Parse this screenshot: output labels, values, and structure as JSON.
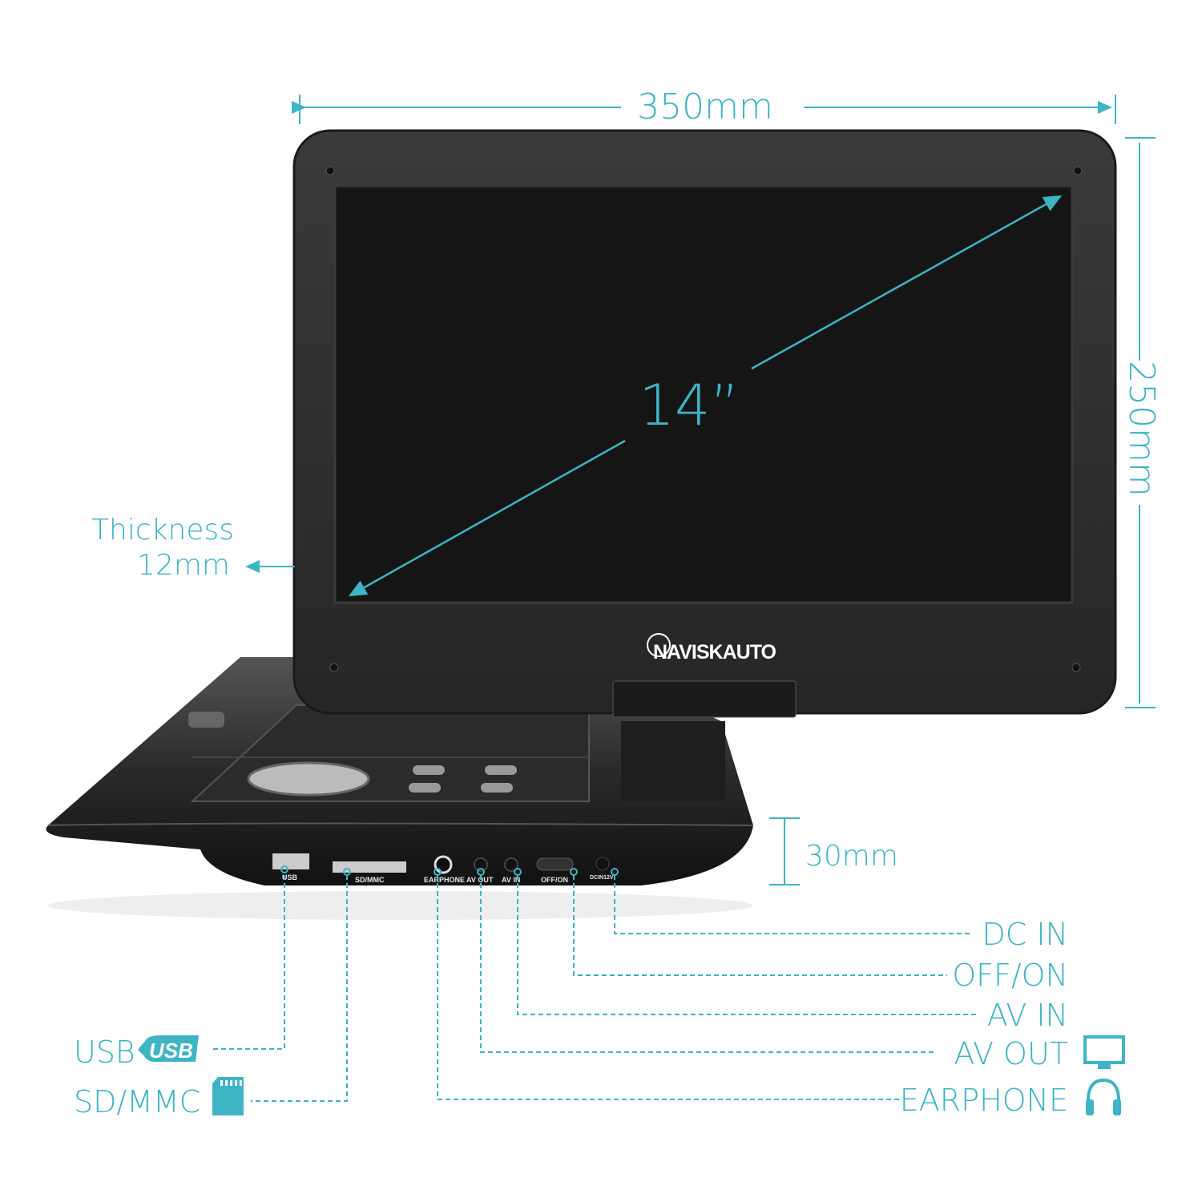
{
  "dimensions": {
    "width": "350mm",
    "height": "250mm",
    "screen": "14”",
    "thickness_label": "Thickness",
    "thickness_value": "12mm",
    "base_height": "30mm"
  },
  "brand": "NAVISKAUTO",
  "ports_on_device": [
    "USB",
    "SD/MMC",
    "EARPHONE",
    "AV OUT",
    "AV IN",
    "OFF/ON",
    "DCIN12V"
  ],
  "callouts": {
    "dc_in": "DC IN",
    "off_on": "OFF/ON",
    "av_in": "AV IN",
    "av_out": "AV OUT",
    "earphone": "EARPHONE",
    "usb": "USB",
    "usb_logo": "USB",
    "sd_mmc": "SD/MMC"
  },
  "colors": {
    "accent": "#3db5c5",
    "device": "#2a2a2a",
    "screen": "#151515"
  }
}
